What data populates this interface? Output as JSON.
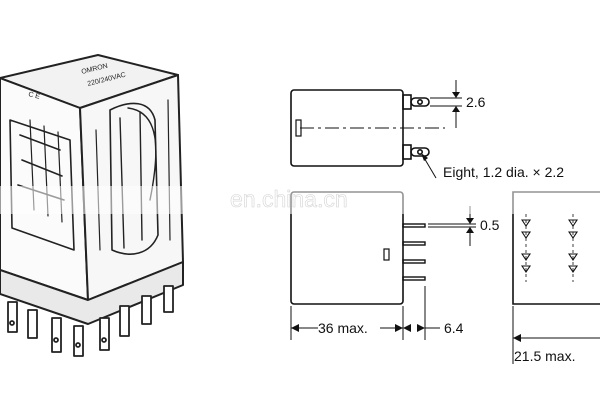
{
  "drawing": {
    "dim_pin_width": "2.6",
    "dim_pin_note": "Eight, 1.2 dia. × 2.2",
    "dim_pin_thickness": "0.5",
    "dim_body_length": "36 max.",
    "dim_pin_length": "6.4",
    "dim_body_width": "21.5 max."
  },
  "photo": {
    "label_brand": "OMRON",
    "label_rating": "220/240VAC",
    "label_cert": "C E"
  },
  "watermark": {
    "text": "en.china.cn"
  }
}
